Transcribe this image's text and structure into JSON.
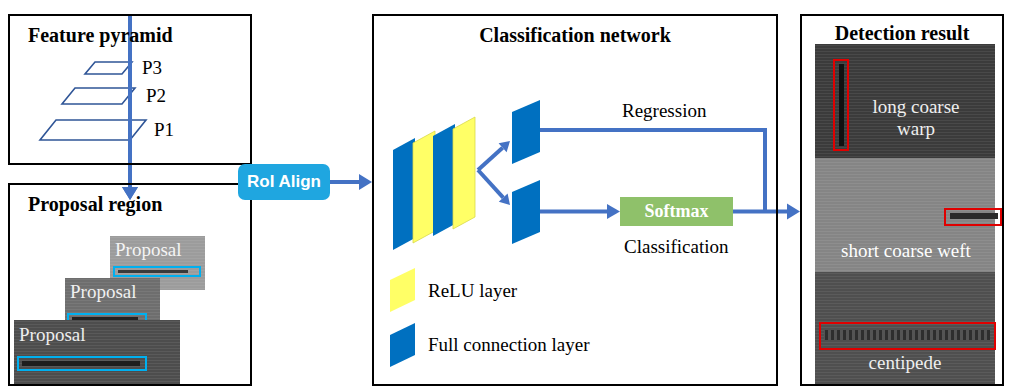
{
  "diagram": {
    "nodes": [
      {
        "text": [
          "Feature pyramid"
        ]
      },
      {
        "text": [
          "Proposal region"
        ]
      },
      {
        "text": [
          "Proposal"
        ],
        "in": 1
      },
      {
        "text": [
          "Proposal"
        ],
        "in": 1
      },
      {
        "text": [
          "Proposal"
        ],
        "in": 1
      },
      {
        "text": [
          "RoI Align"
        ]
      },
      {
        "text": [
          "Classification network"
        ]
      },
      {
        "text": [
          "Softmax"
        ],
        "in": 6
      },
      {
        "text": [
          "Detection result"
        ]
      },
      {
        "text": [
          "long coarse warp"
        ],
        "in": 8
      },
      {
        "text": [
          "short coarse weft"
        ],
        "in": 8
      },
      {
        "text": [
          "centipede"
        ],
        "in": 8
      }
    ],
    "edges": [
      {
        "from": 0,
        "to": 5,
        "arrow": "to"
      },
      {
        "from": 1,
        "to": 5,
        "arrow": "to"
      },
      {
        "from": 5,
        "to": 6,
        "arrow": "to"
      },
      {
        "from": 7,
        "to": 8,
        "arrow": "to"
      }
    ],
    "labels": [
      "P3",
      "P2",
      "P1",
      "Regression",
      "Classification"
    ],
    "legend": [
      {
        "text": "ReLU layer",
        "color": "#ffff66"
      },
      {
        "text": "Full connection layer",
        "color": "#0070c0"
      }
    ]
  }
}
